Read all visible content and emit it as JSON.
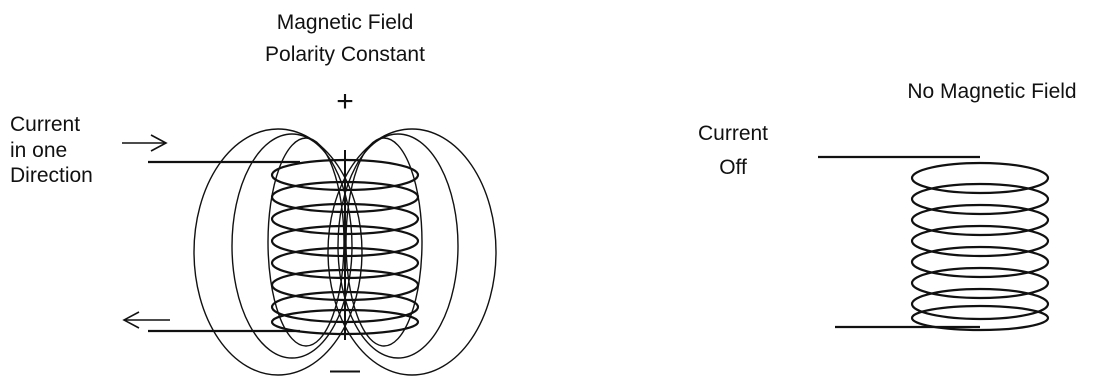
{
  "left_panel": {
    "title_line1": "Magnetic Field",
    "title_line2": "Polarity Constant",
    "current_label": [
      "Current",
      "in one",
      "Direction"
    ],
    "plus_sign": "+",
    "minus_sign": "—",
    "coil_turns": 8
  },
  "right_panel": {
    "title": "No Magnetic Field",
    "current_label": [
      "Current",
      "Off"
    ],
    "coil_turns": 8
  },
  "colors": {
    "line": "#111111",
    "background": "#ffffff"
  }
}
